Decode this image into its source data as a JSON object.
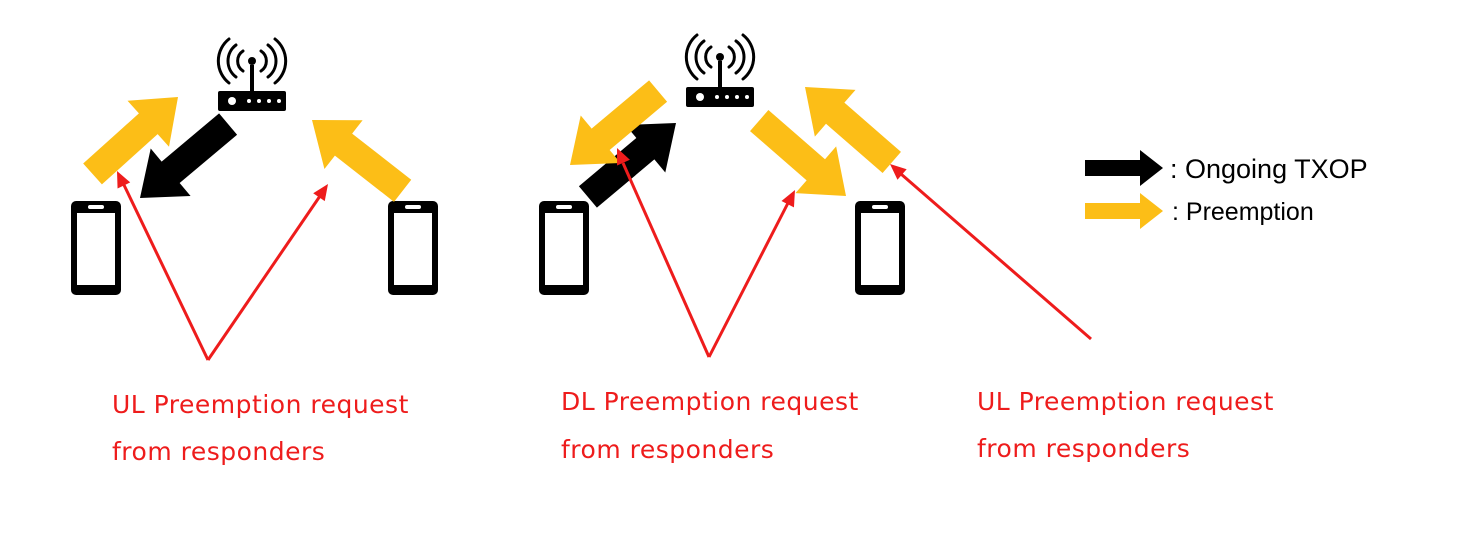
{
  "colors": {
    "ongoing": "#000000",
    "preemption": "#fcbe17",
    "annotation": "#ee1c1c",
    "device": "#000000"
  },
  "icons": {
    "access_point": "wifi-router-icon",
    "station": "smartphone-icon"
  },
  "legend": {
    "ongoing_label": ": Ongoing TXOP",
    "preemption_label": ": Preemption"
  },
  "annotations": {
    "left_ul": {
      "line1": "UL Preemption request",
      "line2": "from responders"
    },
    "middle_dl": {
      "line1": "DL Preemption request",
      "line2": "from responders"
    },
    "right_ul": {
      "line1": "UL Preemption request",
      "line2": "from responders"
    }
  }
}
